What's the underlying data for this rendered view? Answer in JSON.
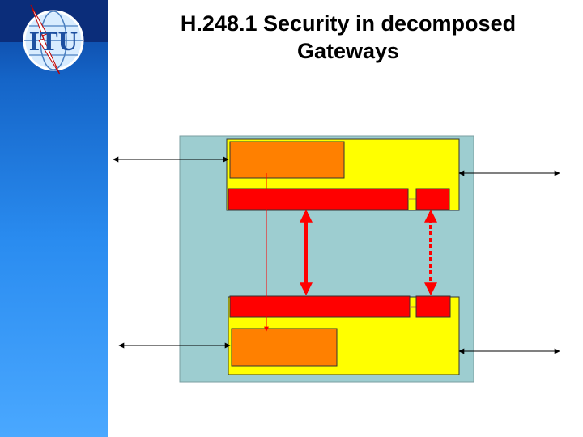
{
  "slide": {
    "title_line1": "H.248.1 Security in decomposed",
    "title_line2": "Gateways"
  },
  "logo": {
    "text": "ITU"
  },
  "colors": {
    "outer_box": "#9dcdd0",
    "inner_box": "#ffff00",
    "orange_block": "#ff8000",
    "red_bar": "#ff0000",
    "connector": "#ff0000",
    "arrow": "#000000"
  }
}
